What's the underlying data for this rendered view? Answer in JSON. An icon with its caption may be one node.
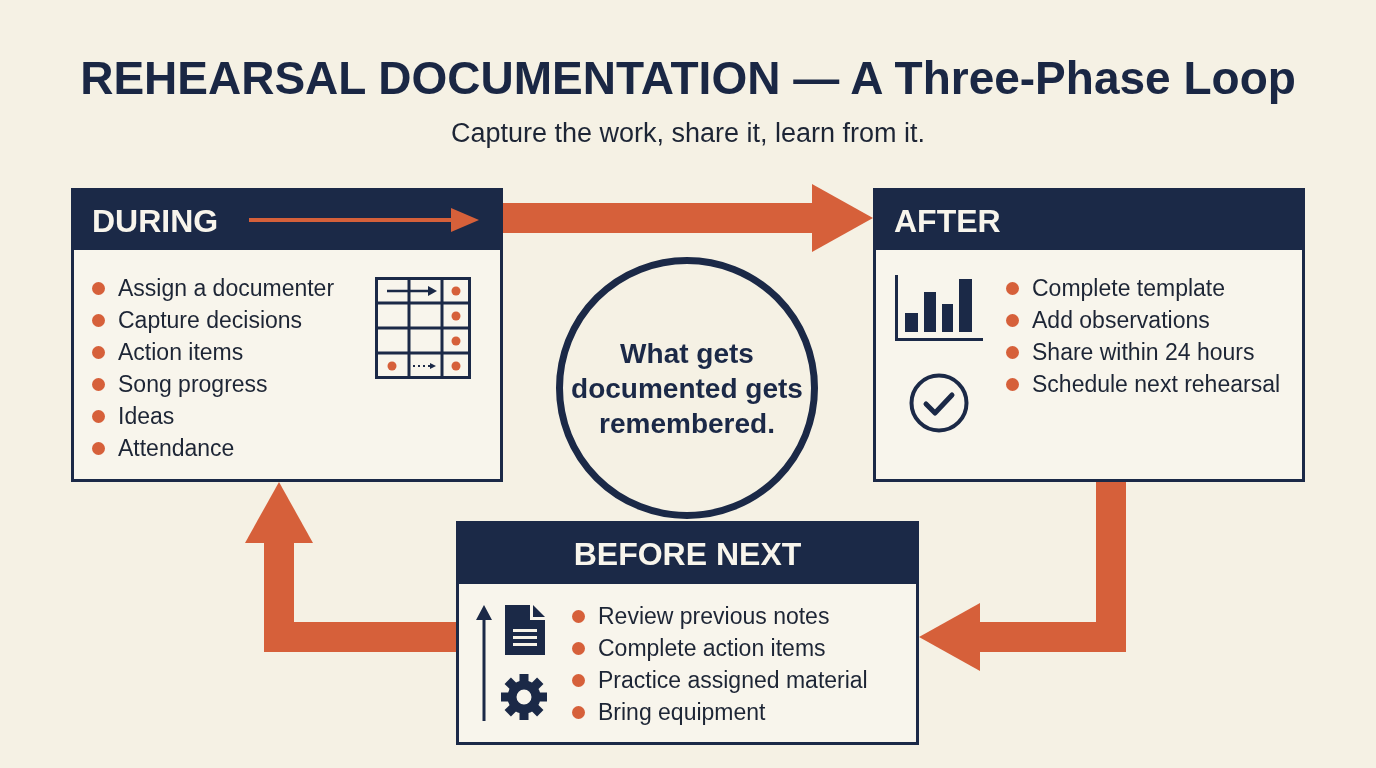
{
  "diagram": {
    "title": "REHEARSAL DOCUMENTATION — A Three-Phase Loop",
    "nodes": [
      {
        "text": [
          "DURING",
          "Assign a documenter",
          "Capture decisions",
          "Action items",
          "Song progress",
          "Ideas",
          "Attendance"
        ]
      },
      {
        "text": [
          "AFTER",
          "Complete template",
          "Add observations",
          "Share within 24 hours",
          "Schedule next rehearsal"
        ]
      },
      {
        "text": [
          "What gets documented gets remembered."
        ]
      },
      {
        "text": [
          "BEFORE NEXT",
          "Review previous notes",
          "Complete action items",
          "Practice assigned material",
          "Bring equipment"
        ]
      }
    ],
    "edges": [
      {
        "from": 0,
        "to": 1,
        "arrow": "to"
      },
      {
        "from": 1,
        "to": 3,
        "arrow": "to"
      },
      {
        "from": 3,
        "to": 0,
        "arrow": "to"
      }
    ],
    "labels": [
      "Capture the work, share it, learn from it."
    ]
  }
}
